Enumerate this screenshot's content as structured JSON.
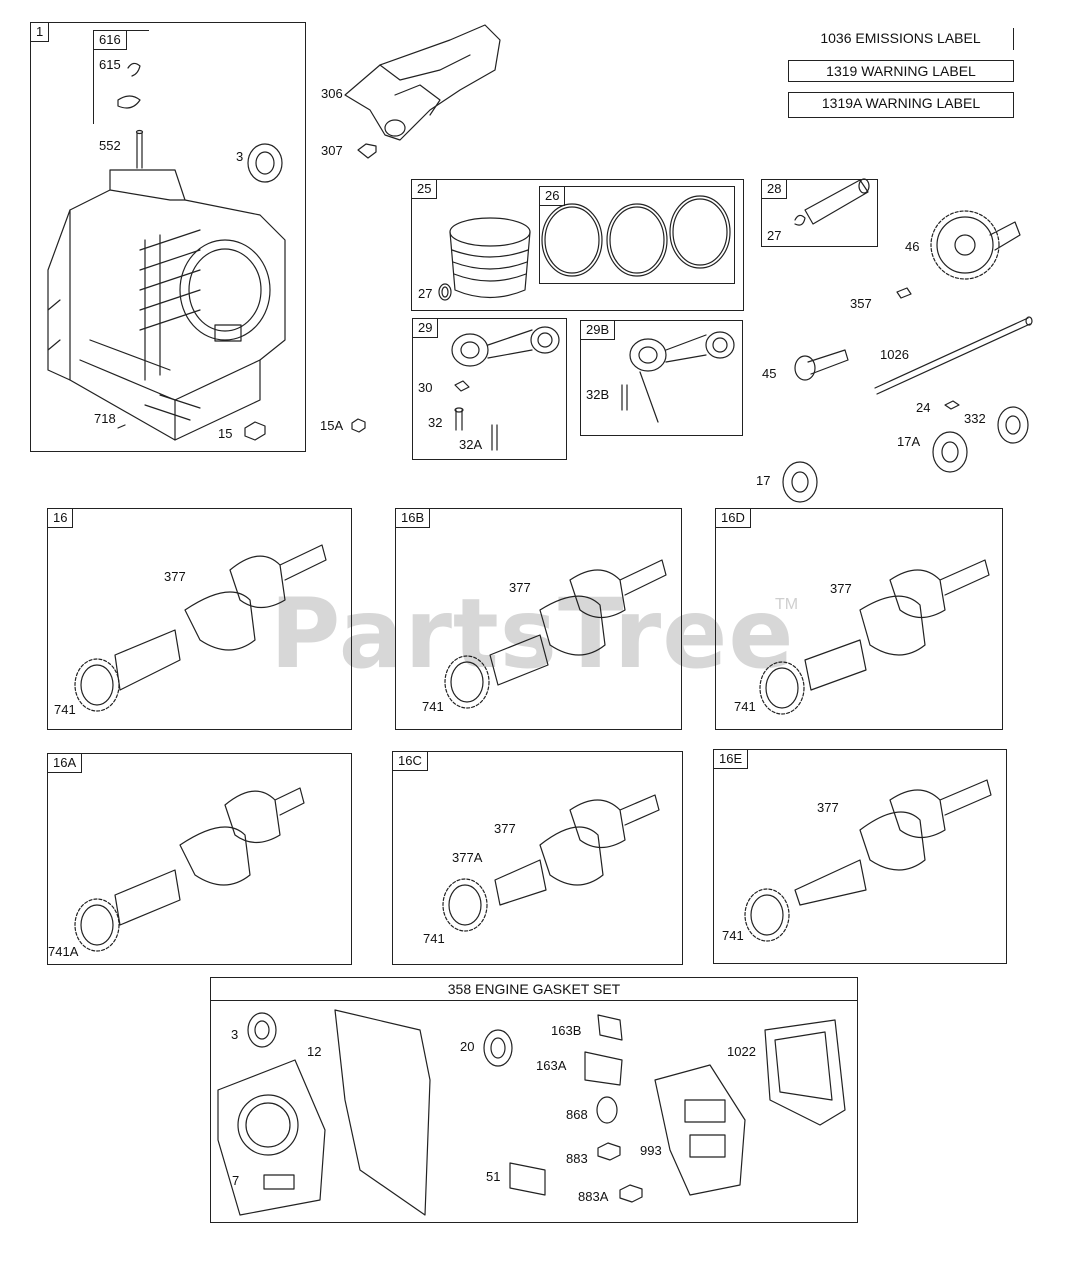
{
  "watermark": {
    "brand": "PartsTree",
    "tm": "TM"
  },
  "labels": {
    "emissions": "1036 EMISSIONS LABEL",
    "warning": "1319 WARNING LABEL",
    "warning_a": "1319A WARNING LABEL"
  },
  "groups": {
    "g1": "1",
    "g616": "616",
    "g25": "25",
    "g26": "26",
    "g28": "28",
    "g29": "29",
    "g29b": "29B",
    "g16": "16",
    "g16b": "16B",
    "g16d": "16D",
    "g16a": "16A",
    "g16c": "16C",
    "g16e": "16E"
  },
  "gasket_set": {
    "title": "358 ENGINE GASKET SET"
  },
  "parts": {
    "p615": "615",
    "p552": "552",
    "p3": "3",
    "p718": "718",
    "p15": "15",
    "p15a": "15A",
    "p306": "306",
    "p307": "307",
    "p27a": "27",
    "p27b": "27",
    "p46": "46",
    "p357": "357",
    "p30": "30",
    "p32": "32",
    "p32a": "32A",
    "p32b": "32B",
    "p45": "45",
    "p1026": "1026",
    "p24": "24",
    "p332": "332",
    "p17a": "17A",
    "p17": "17",
    "c16_377": "377",
    "c16_741": "741",
    "c16b_377": "377",
    "c16b_741": "741",
    "c16d_377": "377",
    "c16d_741": "741",
    "c16a_741a": "741A",
    "c16c_377": "377",
    "c16c_377a": "377A",
    "c16c_741": "741",
    "c16e_377": "377",
    "c16e_741": "741",
    "g_3": "3",
    "g_12": "12",
    "g_7": "7",
    "g_20": "20",
    "g_51": "51",
    "g_163b": "163B",
    "g_163a": "163A",
    "g_868": "868",
    "g_883": "883",
    "g_883a": "883A",
    "g_993": "993",
    "g_1022": "1022"
  }
}
